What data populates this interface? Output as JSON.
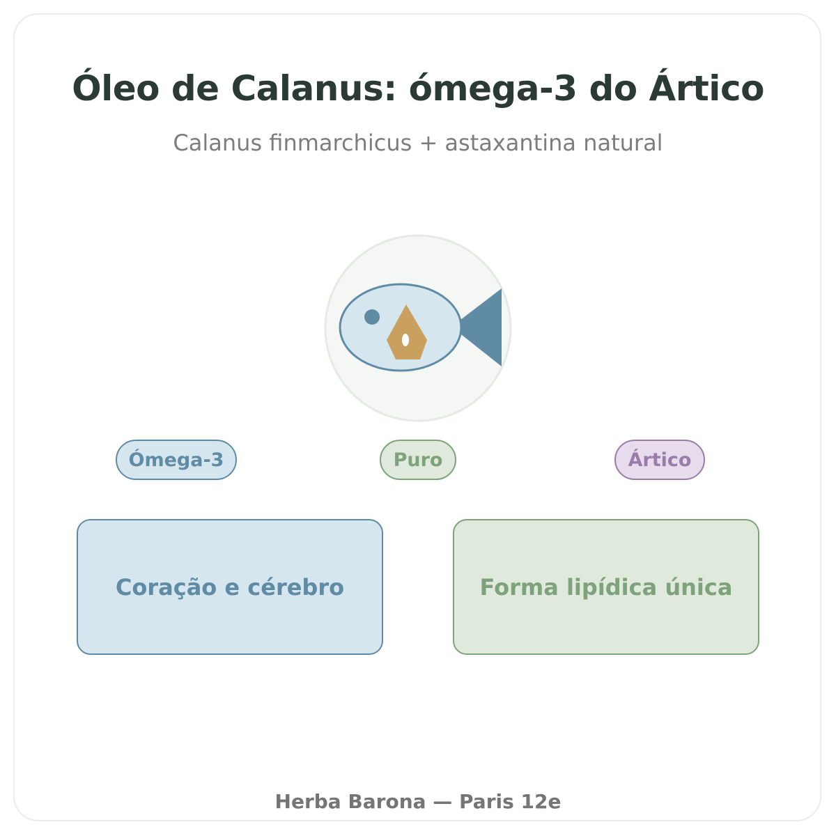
{
  "header": {
    "title": "Óleo de Calanus: ómega-3 do Ártico",
    "subtitle": "Calanus finmarchicus + astaxantina natural"
  },
  "emblem": {
    "icon": "fish-with-oil-drop-icon",
    "colors": {
      "circle_fill": "#f4f7f4",
      "circle_stroke": "#e6e9e6",
      "fish_body": "#d5e6ee",
      "fish_accent": "#5f8ba5",
      "drop": "#c9a05e"
    }
  },
  "tags": [
    {
      "label": "Ómega-3",
      "color": "#5f8ba5"
    },
    {
      "label": "Puro",
      "color": "#7ea27b"
    },
    {
      "label": "Ártico",
      "color": "#9a7cab"
    }
  ],
  "benefits": [
    {
      "label": "Coração e cérebro",
      "color": "#5f8ba5"
    },
    {
      "label": "Forma lipídica única",
      "color": "#7ea27b"
    }
  ],
  "footer": {
    "text": "Herba Barona — Paris 12e"
  }
}
